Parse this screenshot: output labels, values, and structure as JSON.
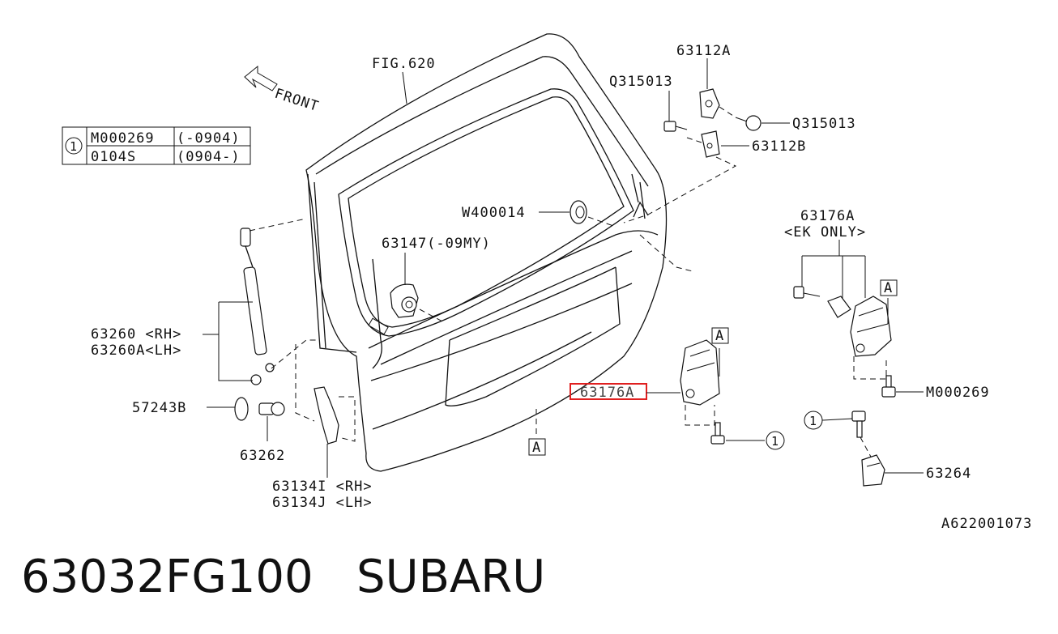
{
  "diagram": {
    "fig_ref": "FIG.620",
    "front": "FRONT",
    "table": {
      "symbol": "1",
      "rows": [
        {
          "part": "M000269",
          "range": "(-0904)"
        },
        {
          "part": "0104S",
          "range": "(0904-)"
        }
      ]
    },
    "labels": {
      "p63112A": "63112A",
      "q315013_top": "Q315013",
      "q315013_right": "Q315013",
      "p63112B": "63112B",
      "w400014": "W400014",
      "p63147": "63147(-09MY)",
      "p63176A_ek": "63176A",
      "ek_only": "<EK ONLY>",
      "p63260_rh": "63260 <RH>",
      "p63260A_lh": "63260A<LH>",
      "p57243B": "57243B",
      "p63262": "63262",
      "p63134I_rh": "63134I <RH>",
      "p63134J_lh": "63134J <LH>",
      "p63176A_main": "63176A",
      "m000269": "M000269",
      "p63264": "63264",
      "callout_1a": "1",
      "callout_1b": "1",
      "box_a1": "A",
      "box_a2": "A",
      "box_a3": "A",
      "ref_code": "A622001073"
    },
    "highlight_color": "#e02020"
  },
  "footer": {
    "part_number": "63032FG100",
    "brand": "SUBARU"
  }
}
